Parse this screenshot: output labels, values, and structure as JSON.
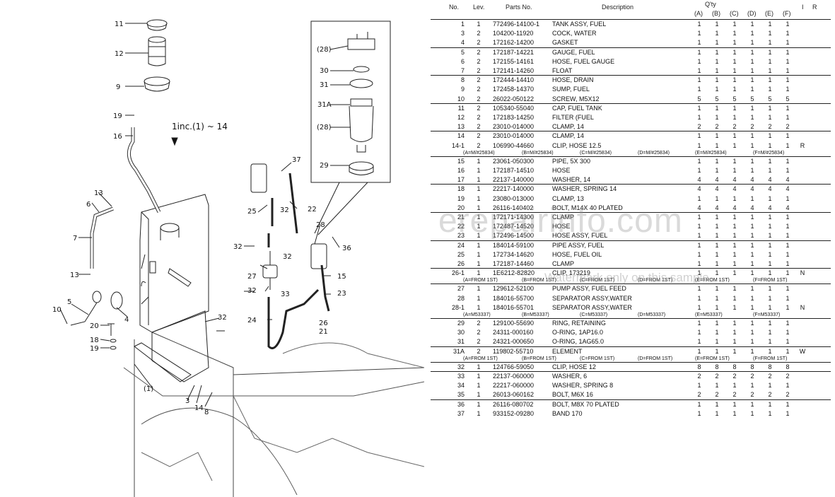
{
  "diagram": {
    "group_label": "1inc.(1) ~ 14",
    "callouts": [
      "11",
      "12",
      "9",
      "19",
      "16",
      "13",
      "6",
      "7",
      "13",
      "5",
      "4",
      "10",
      "20",
      "18",
      "19",
      "(1)",
      "3",
      "14",
      "8",
      "37",
      "25",
      "32",
      "22",
      "28",
      "36",
      "32",
      "27",
      "32",
      "33",
      "15",
      "21",
      "24",
      "23",
      "26",
      "32",
      "32",
      "(28)",
      "30",
      "31",
      "31A",
      "(28)",
      "29"
    ]
  },
  "table": {
    "headers": {
      "no": "No.",
      "lev": "Lev.",
      "parts_no": "Parts No.",
      "description": "Description",
      "qty": "Q'ty",
      "i": "I",
      "r": "R",
      "qty_cols": [
        "(A)",
        "(B)",
        "(C)",
        "(D)",
        "(E)",
        "(F)"
      ]
    },
    "rows": [
      {
        "no": "1",
        "lev": "1",
        "part": "772496-14100-1",
        "desc": "TANK ASSY, FUEL",
        "q": [
          "1",
          "1",
          "1",
          "1",
          "1",
          "1"
        ],
        "r": ""
      },
      {
        "no": "3",
        "lev": "2",
        "part": "104200-11920",
        "desc": "COCK, WATER",
        "q": [
          "1",
          "1",
          "1",
          "1",
          "1",
          "1"
        ],
        "r": ""
      },
      {
        "no": "4",
        "lev": "2",
        "part": "172162-14200",
        "desc": "GASKET",
        "q": [
          "1",
          "1",
          "1",
          "1",
          "1",
          "1"
        ],
        "r": ""
      },
      {
        "no": "5",
        "lev": "2",
        "part": "172187-14221",
        "desc": "GAUGE, FUEL",
        "q": [
          "1",
          "1",
          "1",
          "1",
          "1",
          "1"
        ],
        "r": ""
      },
      {
        "no": "6",
        "lev": "2",
        "part": "172155-14161",
        "desc": "HOSE, FUEL GAUGE",
        "q": [
          "1",
          "1",
          "1",
          "1",
          "1",
          "1"
        ],
        "r": ""
      },
      {
        "no": "7",
        "lev": "2",
        "part": "172141-14260",
        "desc": "FLOAT",
        "q": [
          "1",
          "1",
          "1",
          "1",
          "1",
          "1"
        ],
        "r": ""
      },
      {
        "no": "8",
        "lev": "2",
        "part": "172444-14410",
        "desc": "HOSE, DRAIN",
        "q": [
          "1",
          "1",
          "1",
          "1",
          "1",
          "1"
        ],
        "r": ""
      },
      {
        "no": "9",
        "lev": "2",
        "part": "172458-14370",
        "desc": "SUMP, FUEL",
        "q": [
          "1",
          "1",
          "1",
          "1",
          "1",
          "1"
        ],
        "r": ""
      },
      {
        "no": "10",
        "lev": "2",
        "part": "26022-050122",
        "desc": "SCREW, M5X12",
        "q": [
          "5",
          "5",
          "5",
          "5",
          "5",
          "5"
        ],
        "r": ""
      },
      {
        "no": "11",
        "lev": "2",
        "part": "105340-55040",
        "desc": "CAP, FUEL TANK",
        "q": [
          "1",
          "1",
          "1",
          "1",
          "1",
          "1"
        ],
        "r": ""
      },
      {
        "no": "12",
        "lev": "2",
        "part": "172183-14250",
        "desc": "FILTER (FUEL",
        "q": [
          "1",
          "1",
          "1",
          "1",
          "1",
          "1"
        ],
        "r": ""
      },
      {
        "no": "13",
        "lev": "2",
        "part": "23010-014000",
        "desc": "CLAMP,  14",
        "q": [
          "2",
          "2",
          "2",
          "2",
          "2",
          "2"
        ],
        "r": ""
      },
      {
        "no": "14",
        "lev": "2",
        "part": "23010-014000",
        "desc": "CLAMP,  14",
        "q": [
          "1",
          "1",
          "1",
          "1",
          "1",
          "1"
        ],
        "r": ""
      },
      {
        "no": "14-1",
        "lev": "2",
        "part": "106990-44660",
        "desc": "CLIP, HOSE 12.5",
        "q": [
          "1",
          "1",
          "1",
          "1",
          "1",
          "1"
        ],
        "r": "R"
      },
      {
        "no": "15",
        "lev": "1",
        "part": "23061-050300",
        "desc": "PIPE, 5X 300",
        "q": [
          "1",
          "1",
          "1",
          "1",
          "1",
          "1"
        ],
        "r": ""
      },
      {
        "no": "16",
        "lev": "1",
        "part": "172187-14510",
        "desc": "HOSE",
        "q": [
          "1",
          "1",
          "1",
          "1",
          "1",
          "1"
        ],
        "r": ""
      },
      {
        "no": "17",
        "lev": "1",
        "part": "22137-140000",
        "desc": "WASHER,  14",
        "q": [
          "4",
          "4",
          "4",
          "4",
          "4",
          "4"
        ],
        "r": ""
      },
      {
        "no": "18",
        "lev": "1",
        "part": "22217-140000",
        "desc": "WASHER, SPRING 14",
        "q": [
          "4",
          "4",
          "4",
          "4",
          "4",
          "4"
        ],
        "r": ""
      },
      {
        "no": "19",
        "lev": "1",
        "part": "23080-013000",
        "desc": "CLAMP, 13",
        "q": [
          "1",
          "1",
          "1",
          "1",
          "1",
          "1"
        ],
        "r": ""
      },
      {
        "no": "20",
        "lev": "1",
        "part": "26116-140402",
        "desc": "BOLT, M14X 40 PLATED",
        "q": [
          "4",
          "4",
          "4",
          "4",
          "4",
          "4"
        ],
        "r": ""
      },
      {
        "no": "21",
        "lev": "1",
        "part": "172171-14300",
        "desc": "CLAMP",
        "q": [
          "1",
          "1",
          "1",
          "1",
          "1",
          "1"
        ],
        "r": ""
      },
      {
        "no": "22",
        "lev": "1",
        "part": "172487-14520",
        "desc": "HOSE",
        "q": [
          "1",
          "1",
          "1",
          "1",
          "1",
          "1"
        ],
        "r": ""
      },
      {
        "no": "23",
        "lev": "1",
        "part": "172496-14500",
        "desc": "HOSE ASSY, FUEL",
        "q": [
          "1",
          "1",
          "1",
          "1",
          "1",
          "1"
        ],
        "r": ""
      },
      {
        "no": "24",
        "lev": "1",
        "part": "184014-59100",
        "desc": "PIPE ASSY, FUEL",
        "q": [
          "1",
          "1",
          "1",
          "1",
          "1",
          "1"
        ],
        "r": ""
      },
      {
        "no": "25",
        "lev": "1",
        "part": "172734-14620",
        "desc": "HOSE, FUEL OIL",
        "q": [
          "1",
          "1",
          "1",
          "1",
          "1",
          "1"
        ],
        "r": ""
      },
      {
        "no": "26",
        "lev": "1",
        "part": "172187-14460",
        "desc": "CLAMP",
        "q": [
          "1",
          "1",
          "1",
          "1",
          "1",
          "1"
        ],
        "r": ""
      },
      {
        "no": "26-1",
        "lev": "1",
        "part": "1E6212-82820",
        "desc": "CLIP, 173219",
        "q": [
          "1",
          "1",
          "1",
          "1",
          "1",
          "1"
        ],
        "r": "N"
      },
      {
        "no": "27",
        "lev": "1",
        "part": "129612-52100",
        "desc": "PUMP ASSY, FUEL FEED",
        "q": [
          "1",
          "1",
          "1",
          "1",
          "1",
          "1"
        ],
        "r": ""
      },
      {
        "no": "28",
        "lev": "1",
        "part": "184016-55700",
        "desc": "SEPARATOR ASSY,WATER",
        "q": [
          "1",
          "1",
          "1",
          "1",
          "1",
          "1"
        ],
        "r": ""
      },
      {
        "no": "28-1",
        "lev": "1",
        "part": "184016-55701",
        "desc": "SEPARATOR ASSY,WATER",
        "q": [
          "1",
          "1",
          "1",
          "1",
          "1",
          "1"
        ],
        "r": "N"
      },
      {
        "no": "29",
        "lev": "2",
        "part": "129100-55690",
        "desc": "RING, RETAINING",
        "q": [
          "1",
          "1",
          "1",
          "1",
          "1",
          "1"
        ],
        "r": ""
      },
      {
        "no": "30",
        "lev": "2",
        "part": "24311-000160",
        "desc": "O-RING, 1AP16.0",
        "q": [
          "1",
          "1",
          "1",
          "1",
          "1",
          "1"
        ],
        "r": ""
      },
      {
        "no": "31",
        "lev": "2",
        "part": "24321-000650",
        "desc": "O-RING, 1AG65.0",
        "q": [
          "1",
          "1",
          "1",
          "1",
          "1",
          "1"
        ],
        "r": ""
      },
      {
        "no": "31A",
        "lev": "2",
        "part": "119802-55710",
        "desc": "ELEMENT",
        "q": [
          "1",
          "1",
          "1",
          "1",
          "1",
          "1"
        ],
        "r": "W"
      },
      {
        "no": "32",
        "lev": "1",
        "part": "124766-59050",
        "desc": "CLIP, HOSE 12",
        "q": [
          "8",
          "8",
          "8",
          "8",
          "8",
          "8"
        ],
        "r": ""
      },
      {
        "no": "33",
        "lev": "1",
        "part": "22137-060000",
        "desc": "WASHER,  6",
        "q": [
          "2",
          "2",
          "2",
          "2",
          "2",
          "2"
        ],
        "r": ""
      },
      {
        "no": "34",
        "lev": "1",
        "part": "22217-060000",
        "desc": "WASHER, SPRING  8",
        "q": [
          "1",
          "1",
          "1",
          "1",
          "1",
          "1"
        ],
        "r": ""
      },
      {
        "no": "35",
        "lev": "1",
        "part": "26013-060162",
        "desc": "BOLT, M6X 16",
        "q": [
          "2",
          "2",
          "2",
          "2",
          "2",
          "2"
        ],
        "r": ""
      },
      {
        "no": "36",
        "lev": "1",
        "part": "26116-080702",
        "desc": "BOLT, M8X 70 PLATED",
        "q": [
          "1",
          "1",
          "1",
          "1",
          "1",
          "1"
        ],
        "r": ""
      },
      {
        "no": "37",
        "lev": "1",
        "part": "933152-09280",
        "desc": "BAND 170",
        "q": [
          "1",
          "1",
          "1",
          "1",
          "1",
          "1"
        ],
        "r": ""
      }
    ],
    "subnotes": [
      {
        "after_row": "14-1",
        "items": [
          "(A=M/#25834)",
          "(B=M/#25834)",
          "(C=M/#25834)",
          "(D=M/#25834)",
          "(E=M/#25834)",
          "(F=M/#25834)"
        ]
      },
      {
        "after_row": "26-1",
        "items": [
          "(A=FROM 1ST)",
          "(B=FROM 1ST)",
          "(C=FROM 1ST)",
          "(D=FROM 1ST)",
          "(E=FROM 1ST)",
          "(F=FROM 1ST)"
        ]
      },
      {
        "after_row": "28-1",
        "items": [
          "(A=M53337)",
          "(B=M53337)",
          "(C=M53337)",
          "(D=M53337)",
          "(E=M53337)",
          "(F=M53337)"
        ]
      },
      {
        "after_row": "31A",
        "items": [
          "(A=FROM 1ST)",
          "(B=FROM 1ST)",
          "(C=FROM 1ST)",
          "(D=FROM 1ST)",
          "(E=FROM 1ST)",
          "(F=FROM 1ST)"
        ]
      }
    ]
  },
  "watermark": {
    "main": "erepairinfo.com",
    "sub": "Watermark only on this sample"
  }
}
